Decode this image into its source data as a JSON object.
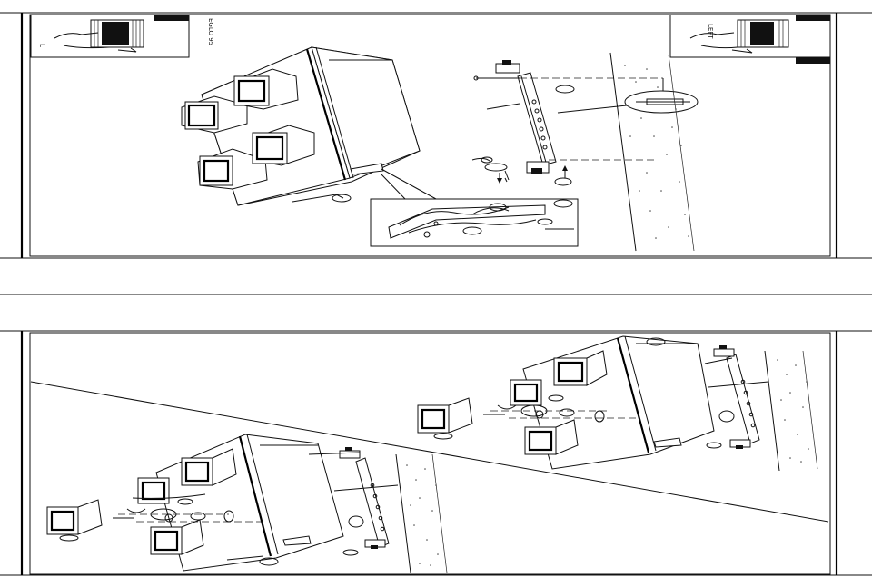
{
  "sheet": {
    "top_panel": {
      "vertical_label": "EGLO 95",
      "left_inset": {
        "label": "L"
      },
      "right_inset": {
        "label": "LEFT"
      }
    },
    "bottom_panel": {}
  }
}
